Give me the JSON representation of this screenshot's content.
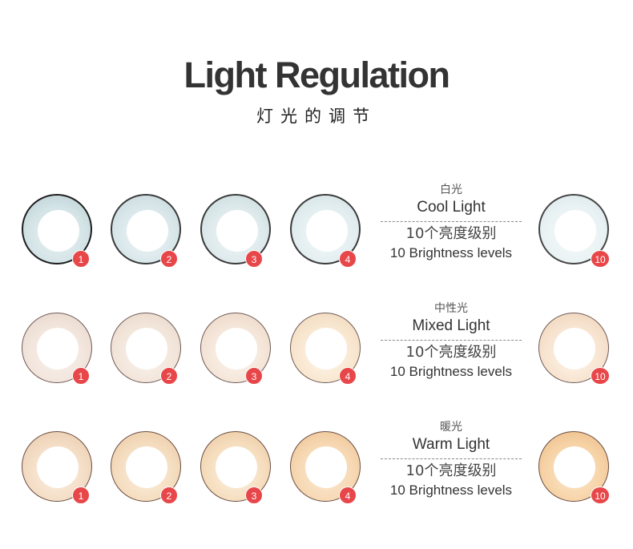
{
  "header": {
    "title": "Light Regulation",
    "subtitle": "灯光的调节"
  },
  "colors": {
    "badge": "#e8474a",
    "title": "#333333"
  },
  "rows": [
    {
      "key": "cool",
      "cn_label": "白光",
      "en_label": "Cool Light",
      "cn_levels": "10个亮度级别",
      "en_levels": "10 Brightness levels",
      "badges": [
        "1",
        "2",
        "3",
        "4",
        "10"
      ]
    },
    {
      "key": "mixed",
      "cn_label": "中性光",
      "en_label": "Mixed Light",
      "cn_levels": "10个亮度级别",
      "en_levels": "10 Brightness levels",
      "badges": [
        "1",
        "2",
        "3",
        "4",
        "10"
      ]
    },
    {
      "key": "warm",
      "cn_label": "暖光",
      "en_label": "Warm Light",
      "cn_levels": "10个亮度级别",
      "en_levels": "10 Brightness levels",
      "badges": [
        "1",
        "2",
        "3",
        "4",
        "10"
      ]
    }
  ]
}
